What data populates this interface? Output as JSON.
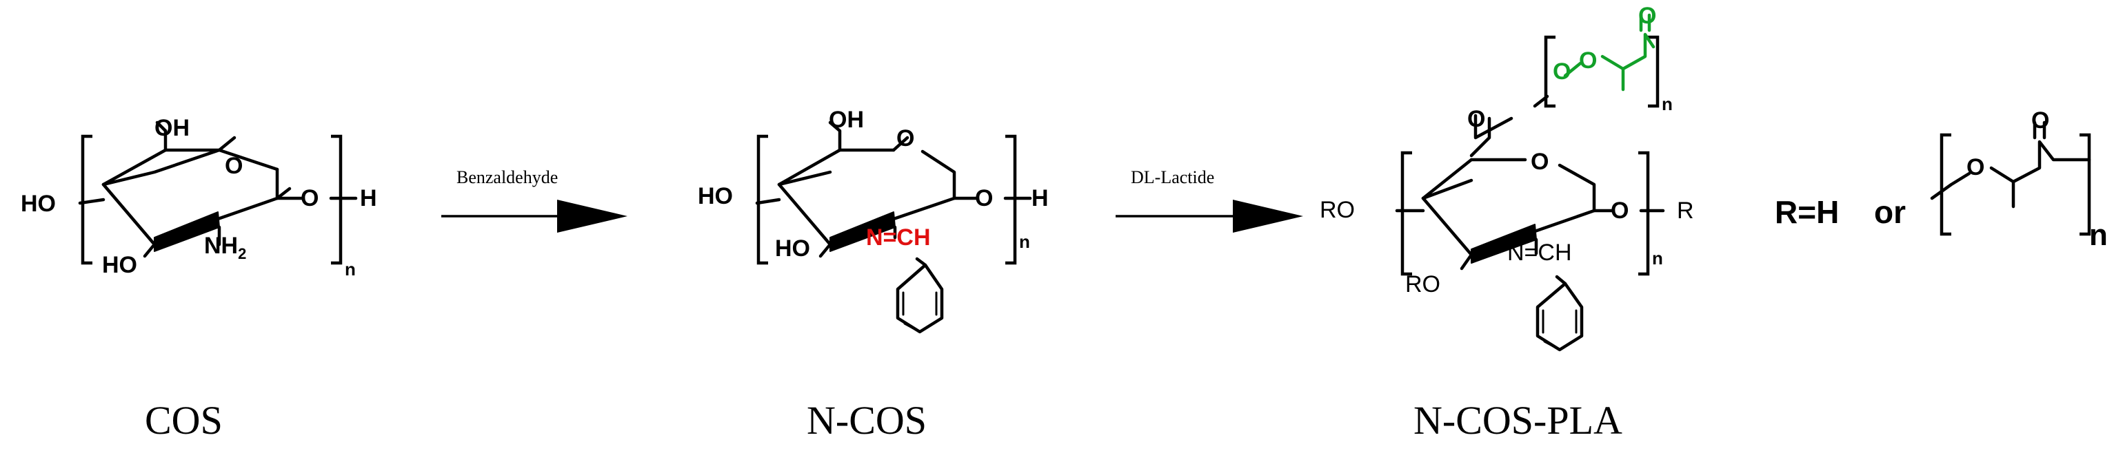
{
  "colors": {
    "imine_highlight": "#e01010",
    "pla_highlight": "#12a029",
    "ink": "#000000"
  },
  "compounds": {
    "cos": {
      "caption": "COS",
      "labels": {
        "oh_top": "OH",
        "ho_left": "HO",
        "ho_bottom": "HO",
        "nh2": "NH",
        "nh2_sub": "2",
        "o_ring": "O",
        "o_link": "O",
        "h_end": "H",
        "n_sub": "n"
      }
    },
    "ncos": {
      "caption": "N-COS",
      "labels": {
        "oh_top": "OH",
        "ho_left": "HO",
        "ho_bottom": "HO",
        "imine": "N=CH",
        "o_ring": "O",
        "o_link": "O",
        "h_end": "H",
        "n_sub": "n"
      }
    },
    "ncospla": {
      "caption": "N-COS-PLA",
      "labels": {
        "ro_left": "RO",
        "ro_bottom": "RO",
        "imine": "N=CH",
        "o_ring": "O",
        "o_link": "O",
        "r_end": "R",
        "o_side": "O",
        "o_pla": "O",
        "o_carbonyl": "O",
        "n_pla": "n",
        "n_sub": "n"
      }
    }
  },
  "arrows": {
    "step1": {
      "reagent": "Benzaldehyde"
    },
    "step2": {
      "reagent": "DL-Lactide"
    }
  },
  "legend": {
    "r_def": "R=H",
    "or": "or",
    "o_pla": "O",
    "o_carbonyl": "O",
    "n": "n"
  }
}
